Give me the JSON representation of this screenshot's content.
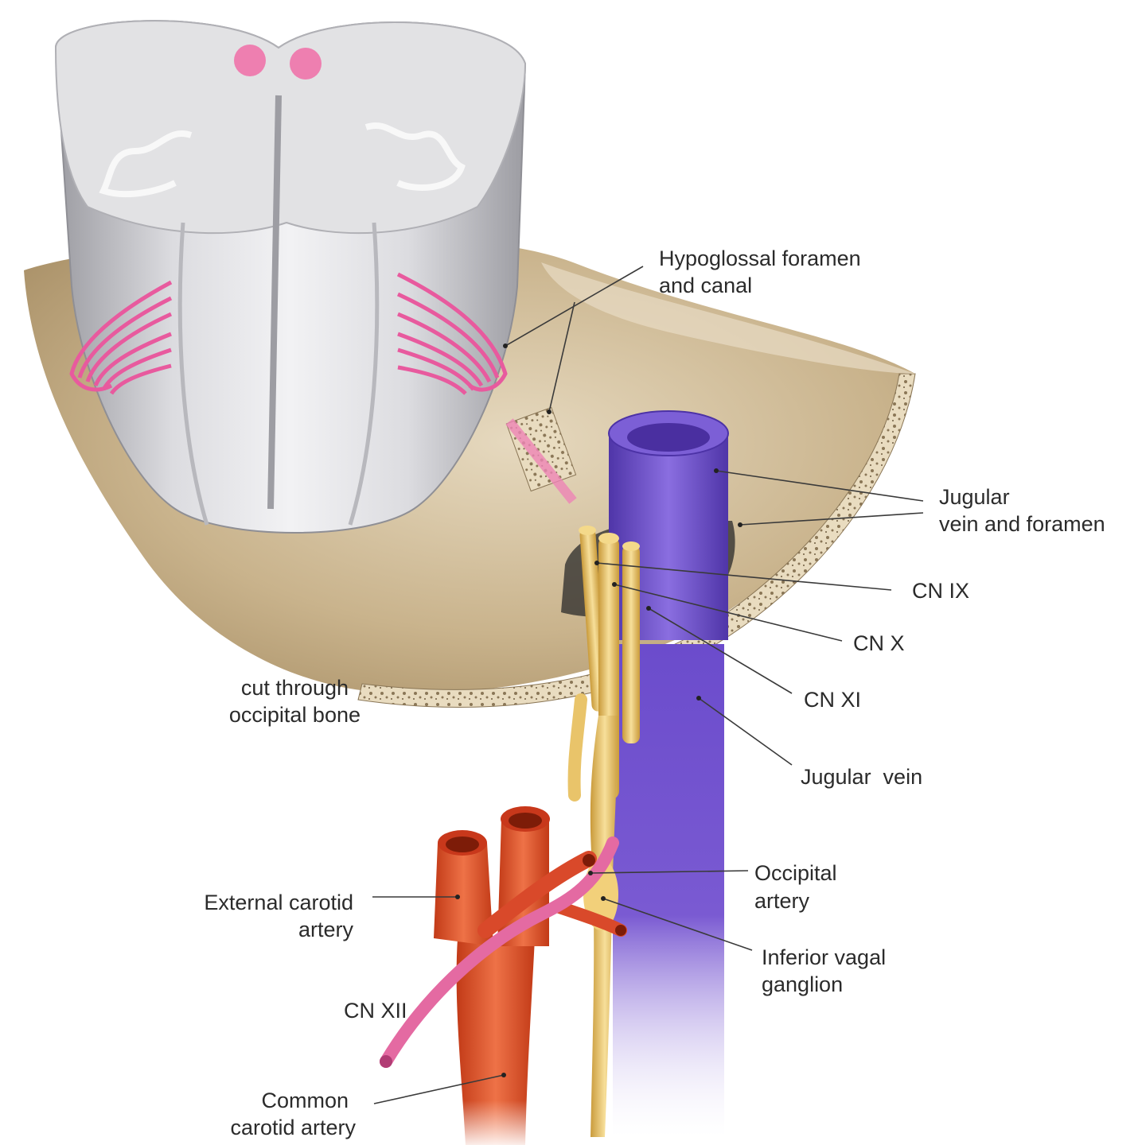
{
  "labels": {
    "hypoglossal_foramen": [
      "Hypoglossal foramen",
      "and canal"
    ],
    "jugular_foramen": [
      "Jugular",
      "vein and foramen"
    ],
    "cn_ix": "CN IX",
    "cn_x": "CN X",
    "cn_xi": "CN XI",
    "cut_occipital": [
      "cut through",
      "occipital bone"
    ],
    "jugular_vein": "Jugular  vein",
    "occipital_artery": [
      "Occipital",
      "artery"
    ],
    "external_carotid": [
      "External carotid",
      "artery"
    ],
    "inferior_vagal": [
      "Inferior vagal",
      "ganglion"
    ],
    "cn_xii": "CN XII",
    "common_carotid": [
      "Common",
      "carotid artery"
    ]
  },
  "colors": {
    "bone": "#b9a17a",
    "bone_light": "#d8c8a8",
    "cord": "#d6d6da",
    "cord_dark": "#a9a9ae",
    "hypoglossal_nerve": "#e85a9e",
    "vein": "#6a4bc8",
    "artery": "#e0552e",
    "nerve_yellow": "#ecc769"
  }
}
